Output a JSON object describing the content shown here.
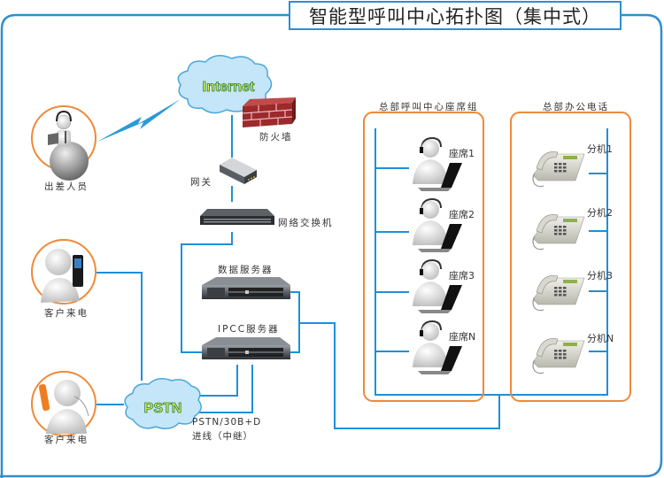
{
  "title": "智能型呼叫中心拓扑图（集中式）",
  "colors": {
    "frame": "#2e8fcf",
    "line": "#1e90d8",
    "group_border": "#ee8a3a",
    "cloud_fill": "#bfe3f7",
    "cloud_text": "#d8f040",
    "firewall": "#9c2a2a"
  },
  "nodes": {
    "internet": {
      "label": "Internet",
      "icon": "cloud-icon"
    },
    "firewall": {
      "label": "防火墙",
      "icon": "firewall-icon"
    },
    "gateway": {
      "label": "网关",
      "icon": "gateway-icon"
    },
    "switch": {
      "label": "网络交换机",
      "icon": "switch-icon"
    },
    "data_server": {
      "label": "数据服务器",
      "icon": "server-icon"
    },
    "ipcc_server": {
      "label": "IPCC服务器",
      "icon": "server-icon"
    },
    "pstn": {
      "label": "PSTN",
      "icon": "cloud-icon"
    },
    "trunk": {
      "line1": "PSTN/30B+D",
      "line2": "进线（中继）"
    },
    "remote_staff": {
      "label": "出差人员",
      "icon": "remote-worker-icon"
    },
    "customer_mobile": {
      "label": "客户来电",
      "icon": "mobile-caller-icon"
    },
    "customer_phone": {
      "label": "客户来电",
      "icon": "phone-caller-icon"
    }
  },
  "groups": {
    "agents": {
      "title": "总部呼叫中心座席组",
      "items": [
        {
          "label": "座席1",
          "icon": "agent-headset-icon"
        },
        {
          "label": "座席2",
          "icon": "agent-headset-icon"
        },
        {
          "label": "座席3",
          "icon": "agent-headset-icon"
        },
        {
          "label": "座席N",
          "icon": "agent-headset-icon"
        }
      ]
    },
    "office": {
      "title": "总部办公电话",
      "items": [
        {
          "label": "分机1",
          "icon": "desk-phone-icon"
        },
        {
          "label": "分机2",
          "icon": "desk-phone-icon"
        },
        {
          "label": "分机3",
          "icon": "desk-phone-icon"
        },
        {
          "label": "分机N",
          "icon": "desk-phone-icon"
        }
      ]
    }
  }
}
